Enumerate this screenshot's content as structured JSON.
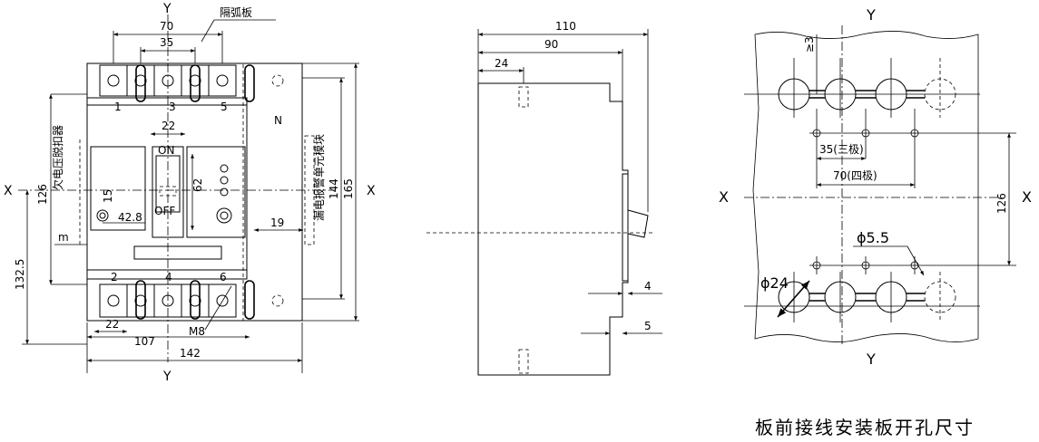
{
  "front_view": {
    "axis_y_top": "Y",
    "axis_y_bottom": "Y",
    "axis_x_left": "X",
    "axis_x_right": "X",
    "dim_70": "70",
    "dim_35": "35",
    "arc_plate_label": "隔弧板",
    "terminal_1": "1",
    "terminal_3": "3",
    "terminal_5": "5",
    "terminal_n": "N",
    "terminal_2": "2",
    "terminal_4": "4",
    "terminal_6": "6",
    "dim_22_top": "22",
    "switch_on": "ON",
    "switch_off": "OFF",
    "dim_62": "62",
    "dim_15": "15",
    "dim_42_8": "42.8",
    "dim_19": "19",
    "dim_m": "m",
    "dim_126": "126",
    "dim_132_5": "132.5",
    "dim_144": "144",
    "dim_165": "165",
    "undervoltage_label": "欠电压脱扣器",
    "leakage_label": "漏电报警单元模块",
    "dim_22_bottom": "22",
    "bolt_m8": "M8",
    "dim_107": "107",
    "dim_142": "142"
  },
  "side_view": {
    "dim_110": "110",
    "dim_90": "90",
    "dim_24": "24",
    "dim_4": "4",
    "dim_5": "5"
  },
  "panel_cutout": {
    "axis_y_top": "Y",
    "axis_y_bottom": "Y",
    "axis_x_left": "X",
    "axis_x_right": "X",
    "dim_ge3": "≥3",
    "dim_35_3p": "35(三极)",
    "dim_70_4p": "70(四极)",
    "dim_126": "126",
    "dim_phi5_5": "ϕ5.5",
    "dim_phi24": "ϕ24",
    "caption": "板前接线安装板开孔尺寸"
  }
}
